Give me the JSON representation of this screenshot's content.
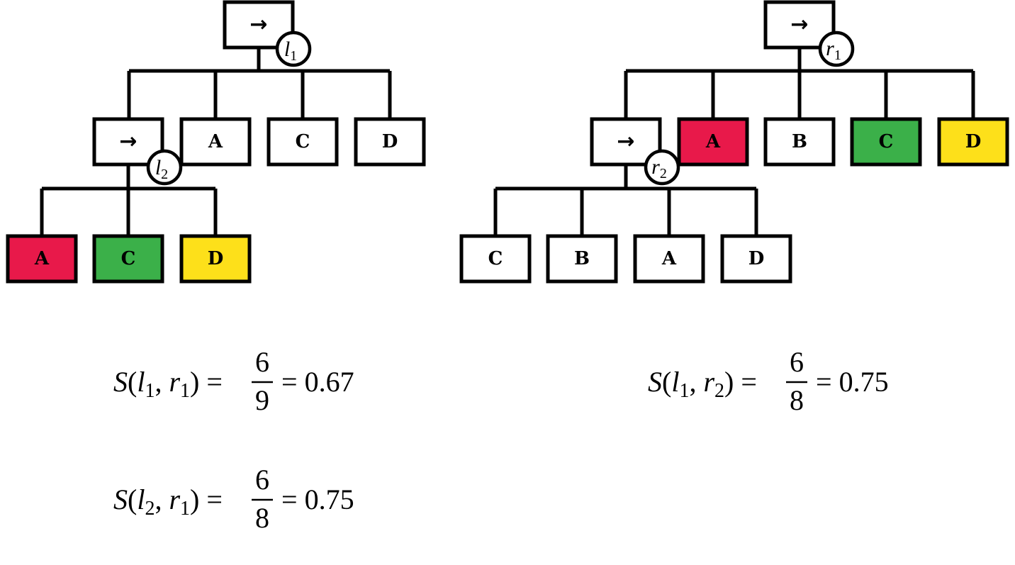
{
  "colors": {
    "red": "#e8194a",
    "green": "#3bb049",
    "yellow": "#fde01a",
    "white": "#ffffff",
    "stroke": "#000000"
  },
  "left_tree": {
    "root": {
      "symbol": "→",
      "marker": {
        "var": "l",
        "sub": "1"
      }
    },
    "children": [
      {
        "symbol": "→",
        "marker": {
          "var": "l",
          "sub": "2"
        },
        "children": [
          {
            "label": "A",
            "fill": "red"
          },
          {
            "label": "C",
            "fill": "green"
          },
          {
            "label": "D",
            "fill": "yellow"
          }
        ]
      },
      {
        "label": "A",
        "fill": "white"
      },
      {
        "label": "C",
        "fill": "white"
      },
      {
        "label": "D",
        "fill": "white"
      }
    ]
  },
  "right_tree": {
    "root": {
      "symbol": "→",
      "marker": {
        "var": "r",
        "sub": "1"
      }
    },
    "children": [
      {
        "symbol": "→",
        "marker": {
          "var": "r",
          "sub": "2"
        },
        "children": [
          {
            "label": "C",
            "fill": "white"
          },
          {
            "label": "B",
            "fill": "white"
          },
          {
            "label": "A",
            "fill": "white"
          },
          {
            "label": "D",
            "fill": "white"
          }
        ]
      },
      {
        "label": "A",
        "fill": "red"
      },
      {
        "label": "B",
        "fill": "white"
      },
      {
        "label": "C",
        "fill": "green"
      },
      {
        "label": "D",
        "fill": "yellow"
      }
    ]
  },
  "equations": [
    {
      "a": "l",
      "a_sub": "1",
      "b": "r",
      "b_sub": "1",
      "num": "6",
      "den": "9",
      "result": "0.67"
    },
    {
      "a": "l",
      "a_sub": "1",
      "b": "r",
      "b_sub": "2",
      "num": "6",
      "den": "8",
      "result": "0.75"
    },
    {
      "a": "l",
      "a_sub": "2",
      "b": "r",
      "b_sub": "1",
      "num": "6",
      "den": "8",
      "result": "0.75"
    }
  ]
}
